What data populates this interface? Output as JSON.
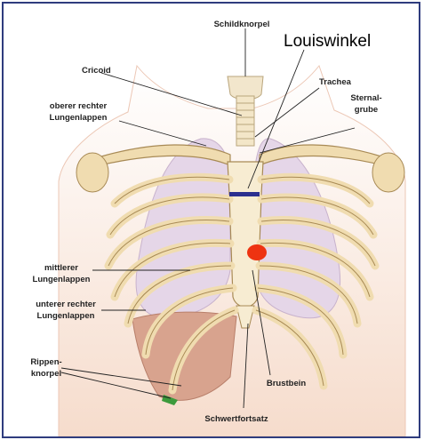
{
  "labels": {
    "schildknorpel": "Schildknorpel",
    "louiswinkel": "Louiswinkel",
    "cricoid": "Cricoid",
    "trachea": "Trachea",
    "sternalgrube_1": "Sternal-",
    "sternalgrube_2": "grube",
    "oberer_1": "oberer rechter",
    "oberer_2": "Lungenlappen",
    "mittlerer_1": "mittlerer",
    "mittlerer_2": "Lungenlappen",
    "unterer_1": "unterer rechter",
    "unterer_2": "Lungenlappen",
    "rippen_1": "Rippen-",
    "rippen_2": "knorpel",
    "brustbein": "Brustbein",
    "schwertfortsatz": "Schwertfortsatz"
  },
  "colors": {
    "frame": "#2f3c7e",
    "marker_bar": "#2b2f8f",
    "marker_dot": "#ee3311",
    "bone": "#f0dcb0",
    "lung": "#e3d4e6",
    "skin": "#f7e2d4"
  }
}
